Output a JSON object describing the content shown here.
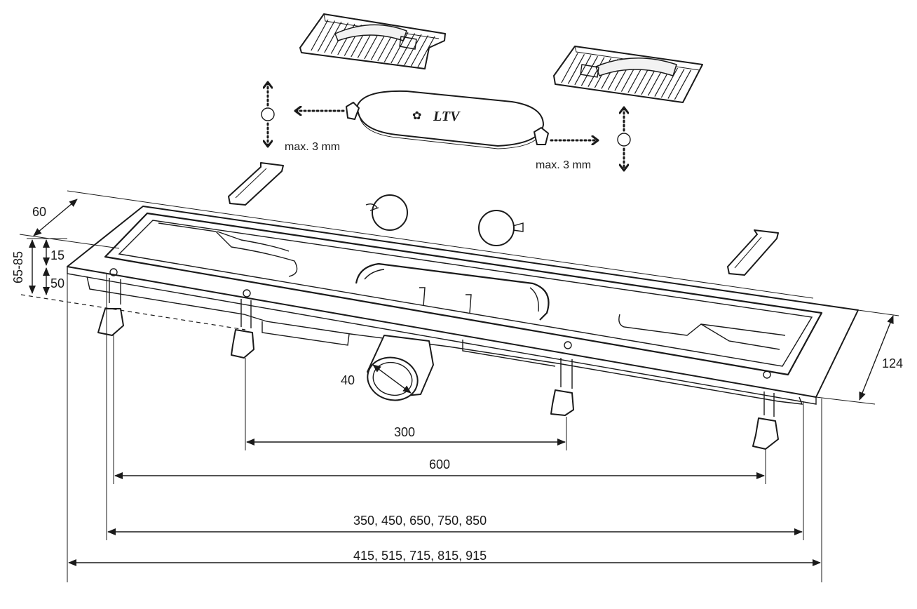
{
  "dimensions": {
    "depth_top": "60",
    "flange_height": "15",
    "total_height": "65-85",
    "body_height": "50",
    "width": "124",
    "outlet_diameter": "40",
    "foot_spacing_inner": "300",
    "foot_spacing_outer": "600",
    "channel_lengths": "350, 450, 650, 750, 850",
    "overall_lengths": "415, 515, 715, 815, 915"
  },
  "notes": {
    "adjust_left": "max. 3 mm",
    "adjust_right": "max. 3 mm"
  },
  "brand": {
    "logo_text": "LTV",
    "logo_mark": "✿"
  },
  "icons": {
    "arrow_up_down": "double-arrow-vertical-icon",
    "arrow_horizontal": "arrow-horizontal-icon"
  }
}
